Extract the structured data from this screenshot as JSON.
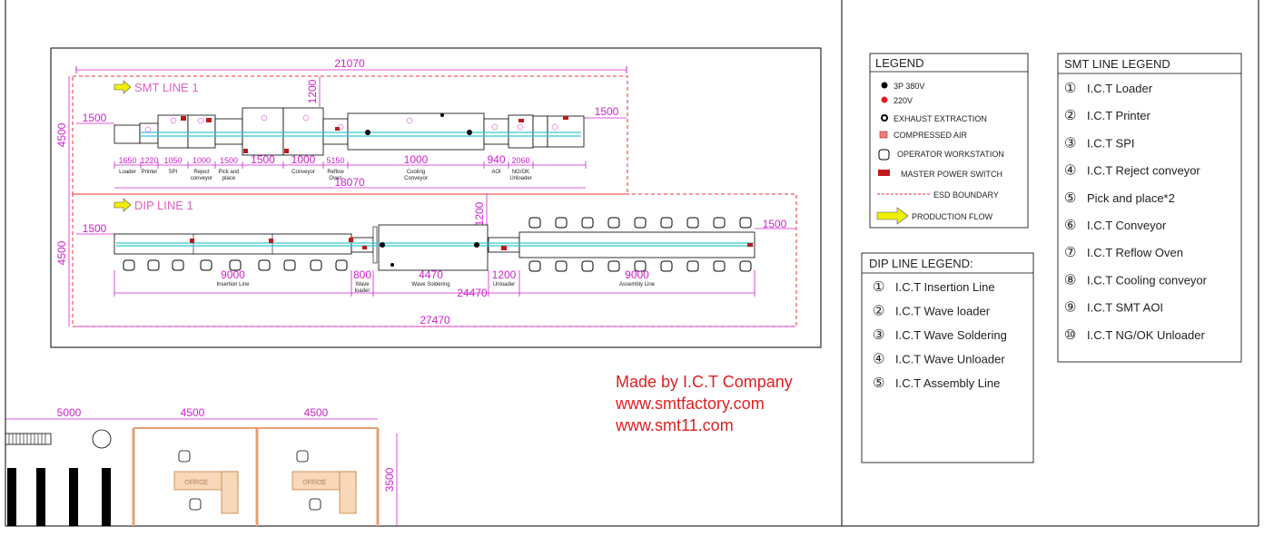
{
  "colors": {
    "dim": "#d020d0",
    "fence": "#f03030",
    "flow": "#f0f000",
    "credit": "#e02020",
    "line": "#000000",
    "conveyor": "#35c8d8",
    "wall": "#e8a070"
  },
  "smt_line": {
    "title": "SMT LINE 1",
    "total_width": "21070",
    "depth": "4500",
    "clearance_top": "1200",
    "left_margin": "1500",
    "right_margin": "1500",
    "machine_length": "18070",
    "segments": [
      {
        "width": "1650",
        "name": "Loader"
      },
      {
        "width": "1220",
        "name": "Printer"
      },
      {
        "width": "1050",
        "name": "SPI"
      },
      {
        "width": "1000",
        "name": "Reject conveyor"
      },
      {
        "width": "1500",
        "name": "Pick and place"
      },
      {
        "width": "1500",
        "name": ""
      },
      {
        "width": "1000",
        "name": "Conveyor"
      },
      {
        "width": "5150",
        "name": "Reflow Oven"
      },
      {
        "width": "1000",
        "name": "Cooling Conveyor"
      },
      {
        "width": "940",
        "name": "AOI"
      },
      {
        "width": "2060",
        "name": "NG/OK Unloader"
      }
    ]
  },
  "dip_line": {
    "title": "DIP LINE 1",
    "total_width": "27470",
    "depth": "4500",
    "clearance_top": "1200",
    "left_margin": "1500",
    "right_margin": "1500",
    "machine_length": "24470",
    "segments": [
      {
        "width": "9000",
        "name": "Insertion Line"
      },
      {
        "width": "800",
        "name": "Wave loader"
      },
      {
        "width": "4470",
        "name": "Wave Soldering"
      },
      {
        "width": "1200",
        "name": "Unloader"
      },
      {
        "width": "9000",
        "name": "Assembly Line"
      }
    ]
  },
  "legend": {
    "title": "LEGEND",
    "items": [
      "3P 380V",
      "220V",
      "EXHAUST EXTRACTION",
      "COMPRESSED AIR",
      "OPERATOR WORKSTATION",
      "MASTER POWER SWITCH",
      "ESD BOUNDARY",
      "PRODUCTION FLOW"
    ]
  },
  "smt_legend": {
    "title": "SMT LINE LEGEND",
    "items": [
      {
        "num": "①",
        "text": "I.C.T  Loader"
      },
      {
        "num": "②",
        "text": "I.C.T Printer"
      },
      {
        "num": "③",
        "text": "I.C.T SPI"
      },
      {
        "num": "④",
        "text": "I.C.T Reject conveyor"
      },
      {
        "num": "⑤",
        "text": "Pick and place*2"
      },
      {
        "num": "⑥",
        "text": "I.C.T Conveyor"
      },
      {
        "num": "⑦",
        "text": "I.C.T  Reflow Oven"
      },
      {
        "num": "⑧",
        "text": "I.C.T Cooling conveyor"
      },
      {
        "num": "⑨",
        "text": "I.C.T SMT AOI"
      },
      {
        "num": "⑩",
        "text": "I.C.T NG/OK Unloader"
      }
    ]
  },
  "dip_legend": {
    "title": "DIP LINE LEGEND:",
    "items": [
      {
        "num": "①",
        "text": "I.C.T  Insertion Line"
      },
      {
        "num": "②",
        "text": "I.C.T Wave loader"
      },
      {
        "num": "③",
        "text": "I.C.T Wave Soldering"
      },
      {
        "num": "④",
        "text": "I.C.T Wave Unloader"
      },
      {
        "num": "⑤",
        "text": "I.C.T Assembly Line"
      }
    ]
  },
  "credits": [
    "Made by I.C.T Company",
    "www.smtfactory.com",
    "www.smt11.com"
  ],
  "rooms": {
    "widths": [
      "5000",
      "4500",
      "4500"
    ],
    "height": "3500",
    "office_label": "OFFICE"
  }
}
